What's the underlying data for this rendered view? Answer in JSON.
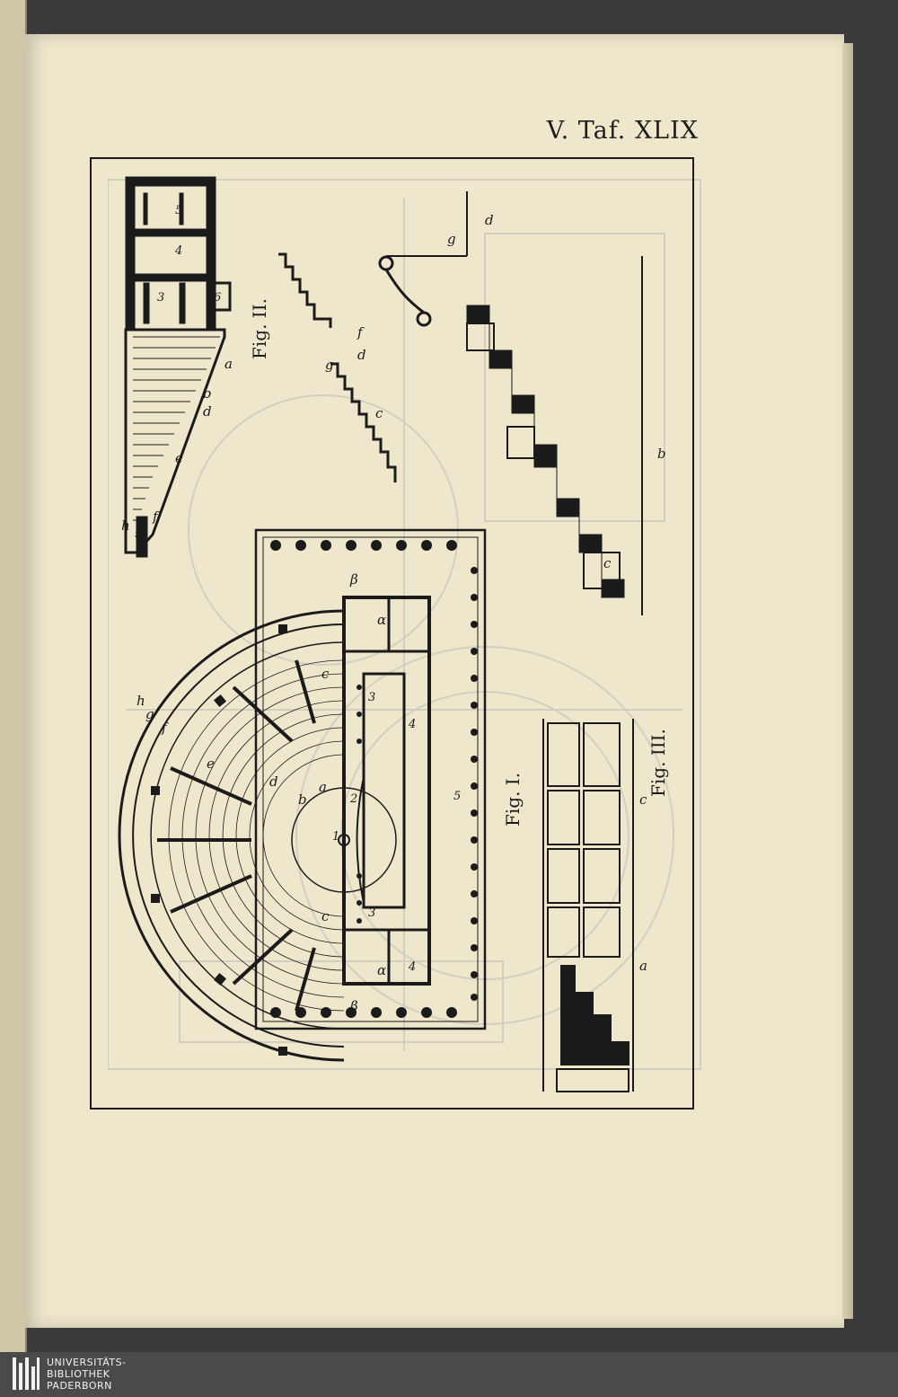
{
  "header": {
    "title": "V. Taf. XLIX"
  },
  "figures": {
    "fig1": {
      "label": "Fig. I."
    },
    "fig2": {
      "label": "Fig. II."
    },
    "fig3": {
      "label": "Fig. III."
    }
  },
  "plan_labels": {
    "alpha": "α",
    "beta": "β",
    "a": "a",
    "b": "b",
    "c": "c",
    "d": "d",
    "e": "e",
    "f": "f",
    "g": "g",
    "h": "h",
    "n1": "1",
    "n2": "2",
    "n3": "3",
    "n4": "4",
    "n5": "5",
    "n6": "6"
  },
  "footer": {
    "line1": "UNIVERSITÄTS-",
    "line2": "BIBLIOTHEK",
    "line3": "PADERBORN"
  },
  "colors": {
    "paper": "#eee7cc",
    "ink": "#1b1b1b",
    "bleed": "#7b8fb0",
    "footer": "#4a4a4a"
  }
}
